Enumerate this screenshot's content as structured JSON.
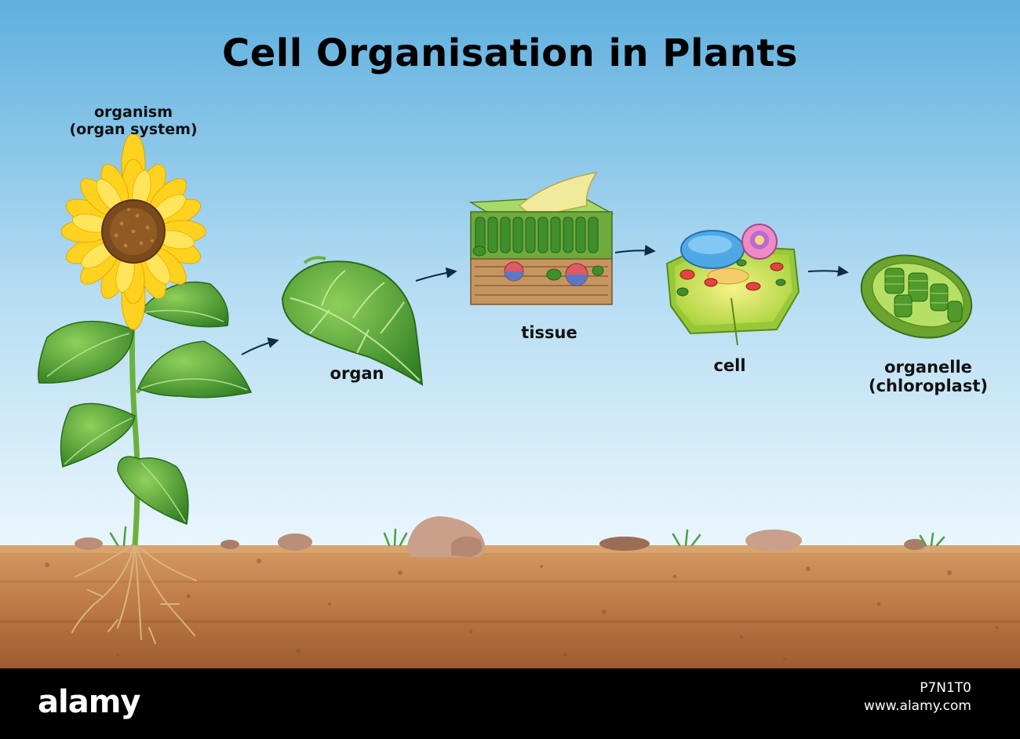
{
  "title": "Cell Organisation in Plants",
  "stages": [
    {
      "id": "organism",
      "line1": "organism",
      "line2": "(organ system)"
    },
    {
      "id": "organ",
      "line1": "organ",
      "line2": ""
    },
    {
      "id": "tissue",
      "line1": "tissue",
      "line2": ""
    },
    {
      "id": "cell",
      "line1": "cell",
      "line2": ""
    },
    {
      "id": "organelle",
      "line1": "organelle",
      "line2": "(chloroplast)"
    }
  ],
  "footer": {
    "brand": "alamy",
    "image_id": "P7N1T0",
    "site": "www.alamy.com"
  },
  "colors": {
    "sky_top": "#5fb0df",
    "sky_bottom": "#eaf6fd",
    "soil": "#c98a55",
    "soil_dark": "#9d5d34",
    "leaf": "#4e9a2f",
    "petal": "#ffd21f",
    "arrow": "#0d2b45"
  },
  "icons": [
    "sunflower-icon",
    "leaf-icon",
    "tissue-icon",
    "plant-cell-icon",
    "chloroplast-icon",
    "arrow-right-icon",
    "rock-icon",
    "grass-icon"
  ]
}
